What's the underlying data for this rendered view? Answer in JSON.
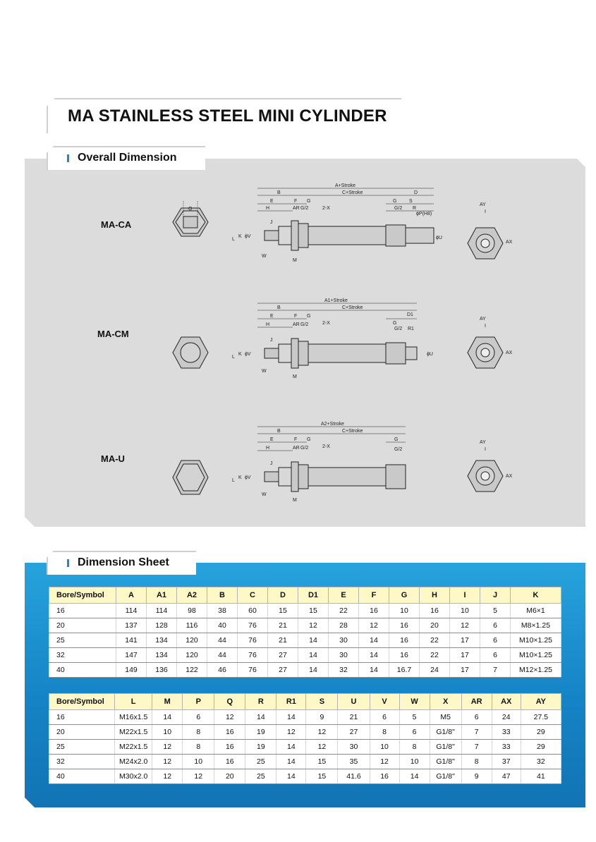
{
  "title": "MA STAINLESS STEEL MINI CYLINDER",
  "overall_section": {
    "label": "Overall Dimension",
    "models": [
      {
        "name": "MA-CA",
        "dims": {
          "top1": "A+Stroke",
          "top2": "C+Stroke",
          "b": "B",
          "d": "D",
          "e": "E",
          "f": "F",
          "g": "G",
          "g2": "G",
          "s": "S",
          "h": "H",
          "ar": "AR",
          "g_half": "G/2",
          "two_x": "2-X",
          "g_half_r": "G/2",
          "r": "R",
          "phi_p": "ϕP(H8)",
          "phi_u": "ϕU",
          "l": "L",
          "k": "K",
          "v": "ϕV",
          "j": "J",
          "w": "W",
          "m": "M",
          "q": "Q",
          "ay": "AY",
          "i": "I",
          "ax": "AX"
        }
      },
      {
        "name": "MA-CM",
        "dims": {
          "top1": "A1+Stroke",
          "top2": "C+Stroke",
          "b": "B",
          "d": "D1",
          "e": "E",
          "f": "F",
          "g": "G",
          "g2": "G",
          "h": "H",
          "ar": "AR",
          "g_half": "G/2",
          "two_x": "2-X",
          "g_half_r": "G/2",
          "r": "R1",
          "phi_u": "ϕU",
          "l": "L",
          "k": "K",
          "v": "ϕV",
          "j": "J",
          "w": "W",
          "m": "M",
          "ay": "AY",
          "i": "I",
          "ax": "AX"
        }
      },
      {
        "name": "MA-U",
        "dims": {
          "top1": "A2+Stroke",
          "top2": "C+Stroke",
          "b": "B",
          "e": "E",
          "f": "F",
          "g": "G",
          "g2": "G",
          "h": "H",
          "ar": "AR",
          "g_half": "G/2",
          "two_x": "2-X",
          "g_half_r": "G/2",
          "l": "L",
          "k": "K",
          "v": "ϕV",
          "j": "J",
          "w": "W",
          "m": "M",
          "ay": "AY",
          "i": "I",
          "ax": "AX"
        }
      }
    ]
  },
  "sheet_section": {
    "label": "Dimension Sheet",
    "table1": {
      "headers": [
        "Bore/Symbol",
        "A",
        "A1",
        "A2",
        "B",
        "C",
        "D",
        "D1",
        "E",
        "F",
        "G",
        "H",
        "I",
        "J",
        "K"
      ],
      "rows": [
        [
          "16",
          "114",
          "114",
          "98",
          "38",
          "60",
          "15",
          "15",
          "22",
          "16",
          "10",
          "16",
          "10",
          "5",
          "M6×1"
        ],
        [
          "20",
          "137",
          "128",
          "116",
          "40",
          "76",
          "21",
          "12",
          "28",
          "12",
          "16",
          "20",
          "12",
          "6",
          "M8×1.25"
        ],
        [
          "25",
          "141",
          "134",
          "120",
          "44",
          "76",
          "21",
          "14",
          "30",
          "14",
          "16",
          "22",
          "17",
          "6",
          "M10×1.25"
        ],
        [
          "32",
          "147",
          "134",
          "120",
          "44",
          "76",
          "27",
          "14",
          "30",
          "14",
          "16",
          "22",
          "17",
          "6",
          "M10×1.25"
        ],
        [
          "40",
          "149",
          "136",
          "122",
          "46",
          "76",
          "27",
          "14",
          "32",
          "14",
          "16.7",
          "24",
          "17",
          "7",
          "M12×1.25"
        ]
      ]
    },
    "table2": {
      "headers": [
        "Bore/Symbol",
        "L",
        "M",
        "P",
        "Q",
        "R",
        "R1",
        "S",
        "U",
        "V",
        "W",
        "X",
        "AR",
        "AX",
        "AY"
      ],
      "rows": [
        [
          "16",
          "M16x1.5",
          "14",
          "6",
          "12",
          "14",
          "14",
          "9",
          "21",
          "6",
          "5",
          "M5",
          "6",
          "24",
          "27.5"
        ],
        [
          "20",
          "M22x1.5",
          "10",
          "8",
          "16",
          "19",
          "12",
          "12",
          "27",
          "8",
          "6",
          "G1/8\"",
          "7",
          "33",
          "29"
        ],
        [
          "25",
          "M22x1.5",
          "12",
          "8",
          "16",
          "19",
          "14",
          "12",
          "30",
          "10",
          "8",
          "G1/8\"",
          "7",
          "33",
          "29"
        ],
        [
          "32",
          "M24x2.0",
          "12",
          "10",
          "16",
          "25",
          "14",
          "15",
          "35",
          "12",
          "10",
          "G1/8\"",
          "8",
          "37",
          "32"
        ],
        [
          "40",
          "M30x2.0",
          "12",
          "12",
          "20",
          "25",
          "14",
          "15",
          "41.6",
          "16",
          "14",
          "G1/8\"",
          "9",
          "47",
          "41"
        ]
      ]
    }
  }
}
